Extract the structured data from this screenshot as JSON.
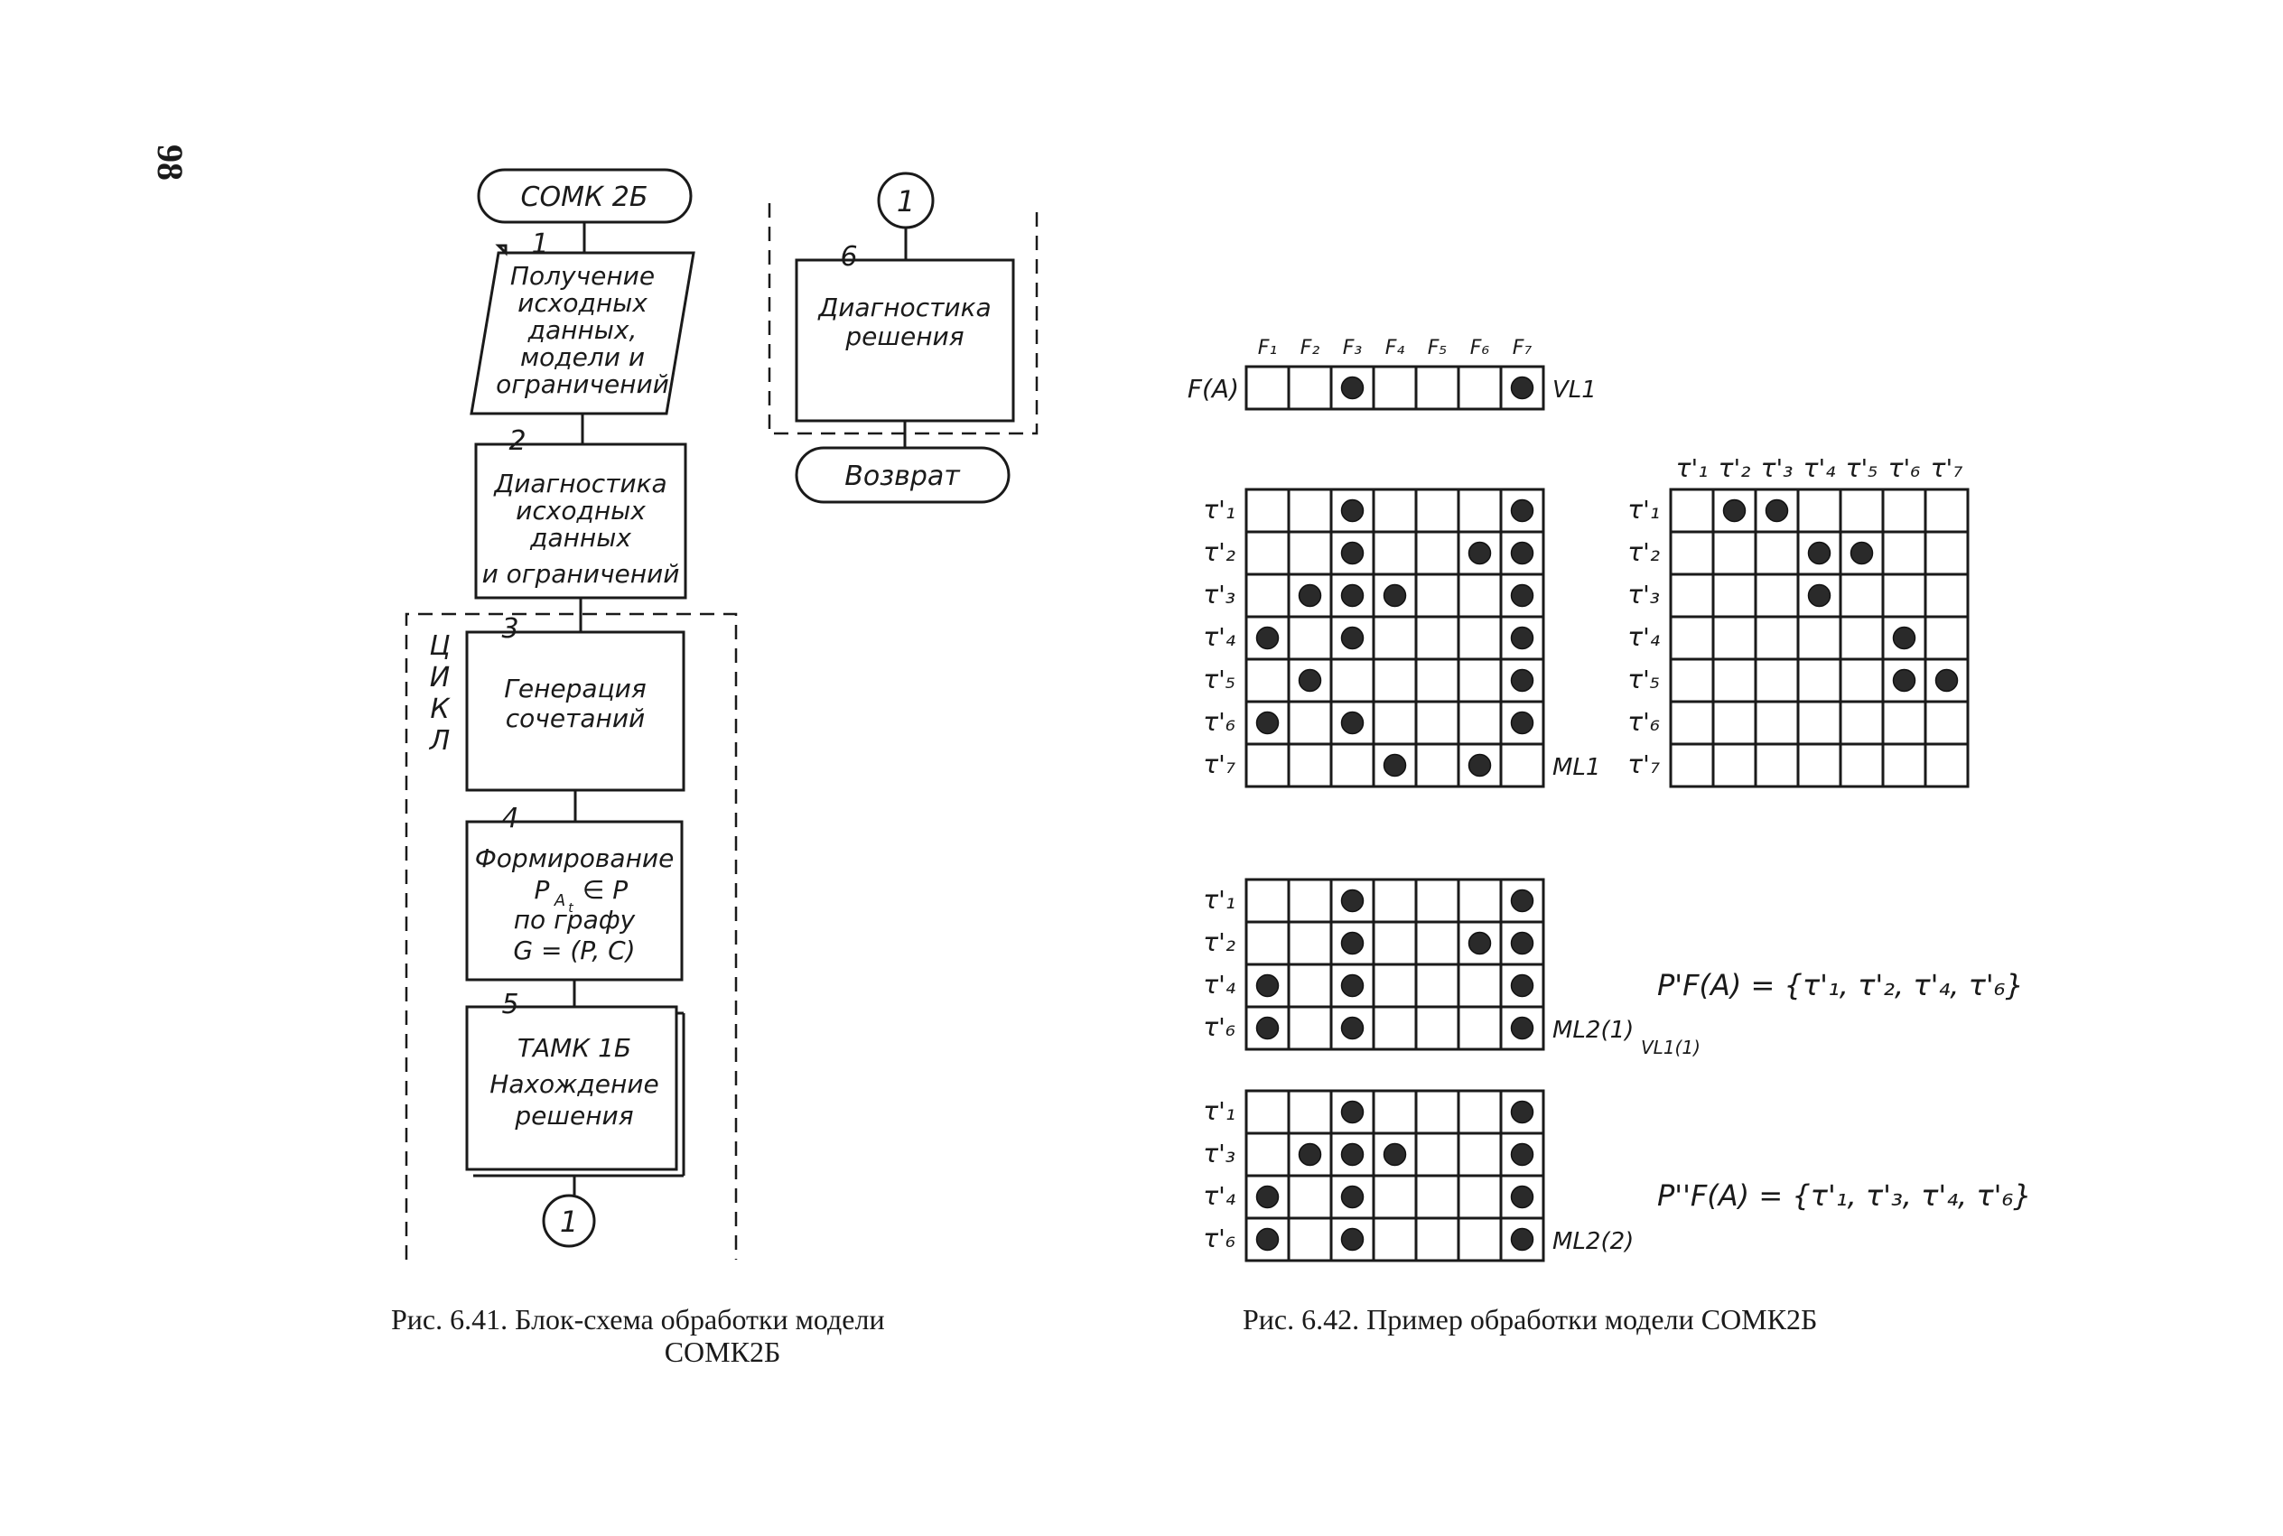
{
  "page_number": "98",
  "flowchart": {
    "start_label": "СОМК 2Б",
    "blocks": [
      {
        "num": "1",
        "lines": [
          "Получение",
          "исходных",
          "данных,",
          "модели и",
          "ограничений"
        ]
      },
      {
        "num": "2",
        "lines": [
          "Диагностика",
          "исходных",
          "данных",
          "и ограничений"
        ]
      },
      {
        "num": "3",
        "lines": [
          "Генерация",
          "сочетаний"
        ]
      },
      {
        "num": "4",
        "lines": [
          "Формирование",
          "P",
          "∈ P",
          "по графу",
          "G = (P, C)"
        ]
      },
      {
        "num": "5",
        "lines": [
          "ТАМК 1Б",
          "Нахождение",
          "решения"
        ]
      },
      {
        "num": "6",
        "lines": [
          "Диагностика",
          "решения"
        ]
      }
    ],
    "loop_letters": [
      "Ц",
      "И",
      "К",
      "Л"
    ],
    "connector": "1",
    "end_label": "Возврат",
    "p_subscript": "A",
    "p_sub_sub": "t"
  },
  "example": {
    "f_headers": [
      "F₁",
      "F₂",
      "F₃",
      "F₄",
      "F₅",
      "F₆",
      "F₇"
    ],
    "f_row_label": "F(A)",
    "f_row": [
      0,
      0,
      1,
      0,
      0,
      0,
      1
    ],
    "vl_label": "VL1",
    "ml1_rows": [
      "τ'₁",
      "τ'₂",
      "τ'₃",
      "τ'₄",
      "τ'₅",
      "τ'₆",
      "τ'₇"
    ],
    "ml1_matrix": [
      [
        0,
        0,
        1,
        0,
        0,
        0,
        1
      ],
      [
        0,
        0,
        1,
        0,
        0,
        1,
        1
      ],
      [
        0,
        1,
        1,
        1,
        0,
        0,
        1
      ],
      [
        1,
        0,
        1,
        0,
        0,
        0,
        1
      ],
      [
        0,
        1,
        0,
        0,
        0,
        0,
        1
      ],
      [
        1,
        0,
        1,
        0,
        0,
        0,
        1
      ],
      [
        0,
        0,
        0,
        1,
        0,
        1,
        0
      ]
    ],
    "ml1_label": "ML1",
    "c_headers": [
      "τ'₁",
      "τ'₂",
      "τ'₃",
      "τ'₄",
      "τ'₅",
      "τ'₆",
      "τ'₇"
    ],
    "c_rows": [
      "τ'₁",
      "τ'₂",
      "τ'₃",
      "τ'₄",
      "τ'₅",
      "τ'₆",
      "τ'₇"
    ],
    "c_matrix": [
      [
        0,
        1,
        1,
        0,
        0,
        0,
        0
      ],
      [
        0,
        0,
        0,
        1,
        1,
        0,
        0
      ],
      [
        0,
        0,
        0,
        1,
        0,
        0,
        0
      ],
      [
        0,
        0,
        0,
        0,
        0,
        1,
        0
      ],
      [
        0,
        0,
        0,
        0,
        0,
        1,
        1
      ],
      [
        0,
        0,
        0,
        0,
        0,
        0,
        0
      ],
      [
        0,
        0,
        0,
        0,
        0,
        0,
        0
      ]
    ],
    "ml21_rows": [
      "τ'₁",
      "τ'₂",
      "τ'₄",
      "τ'₆"
    ],
    "ml21_matrix": [
      [
        0,
        0,
        1,
        0,
        0,
        0,
        1
      ],
      [
        0,
        0,
        1,
        0,
        0,
        1,
        1
      ],
      [
        1,
        0,
        1,
        0,
        0,
        0,
        1
      ],
      [
        1,
        0,
        1,
        0,
        0,
        0,
        1
      ]
    ],
    "ml21_label": "ML2(1)",
    "ml21_sub": "VL1(1)",
    "p1_formula": "P'F(A) = {τ'₁, τ'₂, τ'₄, τ'₆}",
    "ml22_rows": [
      "τ'₁",
      "τ'₃",
      "τ'₄",
      "τ'₆"
    ],
    "ml22_matrix": [
      [
        0,
        0,
        1,
        0,
        0,
        0,
        1
      ],
      [
        0,
        1,
        1,
        1,
        0,
        0,
        1
      ],
      [
        1,
        0,
        1,
        0,
        0,
        0,
        1
      ],
      [
        1,
        0,
        1,
        0,
        0,
        0,
        1
      ]
    ],
    "ml22_label": "ML2(2)",
    "p2_formula": "P''F(A) = {τ'₁, τ'₃, τ'₄, τ'₆}"
  },
  "captions": {
    "left_line1": "Рис. 6.41. Блок-схема обработки модели",
    "left_line2": "СОМК2Б",
    "right": "Рис. 6.42. Пример обработки модели СОМК2Б"
  }
}
